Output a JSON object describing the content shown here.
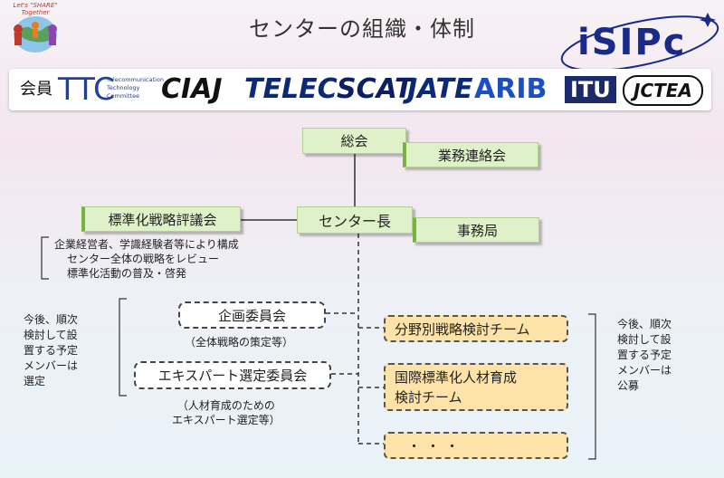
{
  "title": "センターの組織・体制",
  "logo_left": {
    "caption": "Let's \"SHARE\" Together"
  },
  "logo_right": {
    "text": "iSIPc"
  },
  "members": {
    "label": "会員",
    "orgs": [
      {
        "name": "TTC",
        "sub": [
          "Telecommunication",
          "Technology",
          "Committee"
        ]
      },
      {
        "name": "CIAJ"
      },
      {
        "name": "TELEC"
      },
      {
        "name": "SCAT"
      },
      {
        "name": "JATE"
      },
      {
        "name": "ARIB"
      },
      {
        "name": "ITU"
      },
      {
        "name": "JCTEA"
      }
    ]
  },
  "nodes": {
    "soukai": "総会",
    "gyomu": "業務連絡会",
    "center_chief": "センター長",
    "jimukyoku": "事務局",
    "hyogikai": "標準化戦略評議会",
    "kikaku": "企画委員会",
    "expert": "エキスパート選定委員会",
    "bunya": "分野別戦略検討チーム",
    "kokusai_1": "国際標準化人材育成",
    "kokusai_2": "検討チーム",
    "more": "・・・"
  },
  "notes": {
    "hyogikai_desc": [
      "企業経営者、学識経験者等により構成",
      "センター全体の戦略をレビュー",
      "標準化活動の普及・啓発"
    ],
    "kikaku_desc": "（全体戦略の策定等）",
    "expert_desc": [
      "（人材育成のための",
      "エキスパート選定等）"
    ],
    "left_side": [
      "今後、順次",
      "検討して設",
      "置する予定",
      "メンバーは",
      "選定"
    ],
    "right_side": [
      "今後、順次",
      "検討して設",
      "置する予定",
      "メンバーは",
      "公募"
    ]
  }
}
